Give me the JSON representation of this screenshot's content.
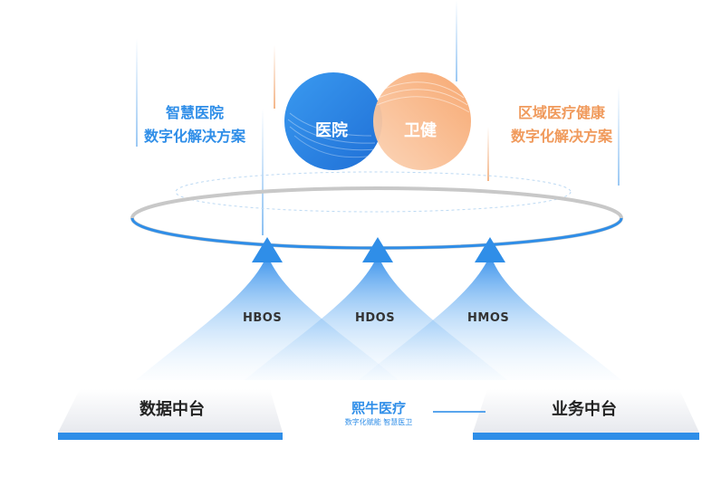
{
  "left_solution": {
    "line1": "智慧医院",
    "line2": "数字化解决方案"
  },
  "right_solution": {
    "line1": "区域医疗健康",
    "line2": "数字化解决方案"
  },
  "circles": {
    "hospital": "医院",
    "health": "卫健"
  },
  "arrows": [
    "HBOS",
    "HDOS",
    "HMOS"
  ],
  "platforms": {
    "left": "数据中台",
    "right": "业务中台"
  },
  "center_brand": {
    "title": "熙牛医疗",
    "subtitle": "数字化赋能 智慧医卫"
  },
  "colors": {
    "blue": "#2f8ee8",
    "orange": "#f09a5c",
    "ring": "#c8c8c8"
  }
}
